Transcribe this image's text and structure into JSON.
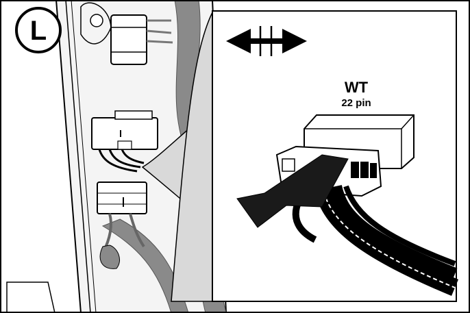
{
  "diagram": {
    "step_badge": "L",
    "connector": {
      "name": "WT",
      "pin_count": "22 pin"
    },
    "icons": {
      "slide_arrow": "double-headed-horizontal-arrow-icon",
      "pull_arrow": "pull-direction-arrow-icon"
    },
    "colors": {
      "line": "#000000",
      "panel_grey": "#8a8a8a",
      "light_grey": "#d9d9d9",
      "background": "#ffffff"
    }
  }
}
